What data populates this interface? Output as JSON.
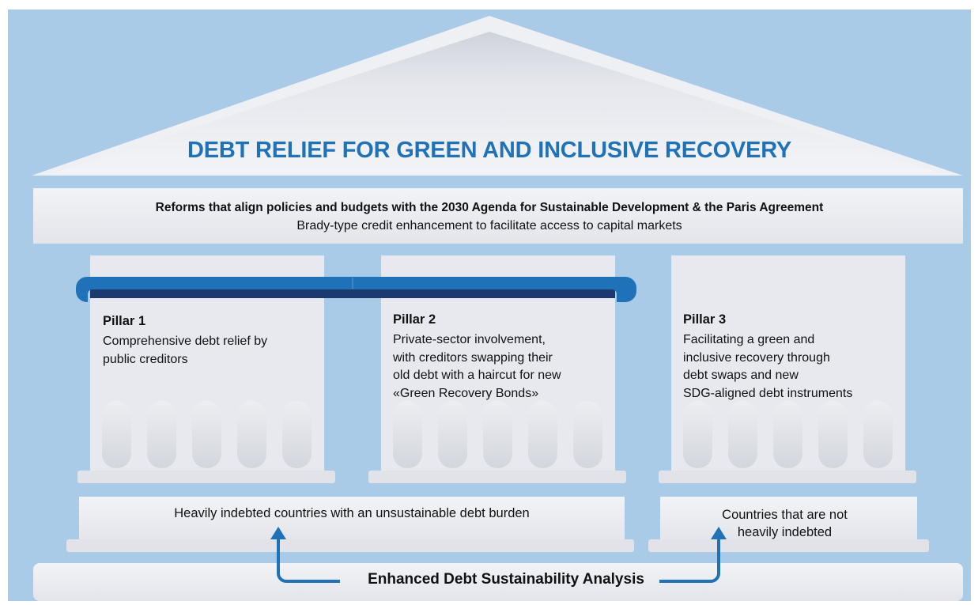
{
  "title": "DEBT RELIEF FOR GREEN AND INCLUSIVE RECOVERY",
  "entablature": {
    "line1": "Reforms that align policies and budgets with the 2030 Agenda for Sustainable Development & the Paris Agreement",
    "line2": "Brady-type credit enhancement to facilitate access to capital markets"
  },
  "pillars": [
    {
      "title": "Pillar 1",
      "description": "Comprehensive debt relief by\npublic creditors"
    },
    {
      "title": "Pillar 2",
      "description": "Private-sector involvement,\nwith creditors swapping their\nold debt with a haircut for new\n«Green Recovery Bonds»"
    },
    {
      "title": "Pillar 3",
      "description": "Facilitating a green and\ninclusive recovery through\ndebt swaps and new\nSDG-aligned debt instruments"
    }
  ],
  "base": {
    "left": "Heavily indebted countries with an unsustainable debt burden",
    "right": "Countries that are not\nheavily indebted"
  },
  "foundation": "Enhanced Debt Sustainability Analysis",
  "colors": {
    "background": "#a9cbe8",
    "title": "#1f72b8",
    "connector": "#1f72b8",
    "connector_dark": "#1d3a6e",
    "stone": "#e9ebf0"
  }
}
